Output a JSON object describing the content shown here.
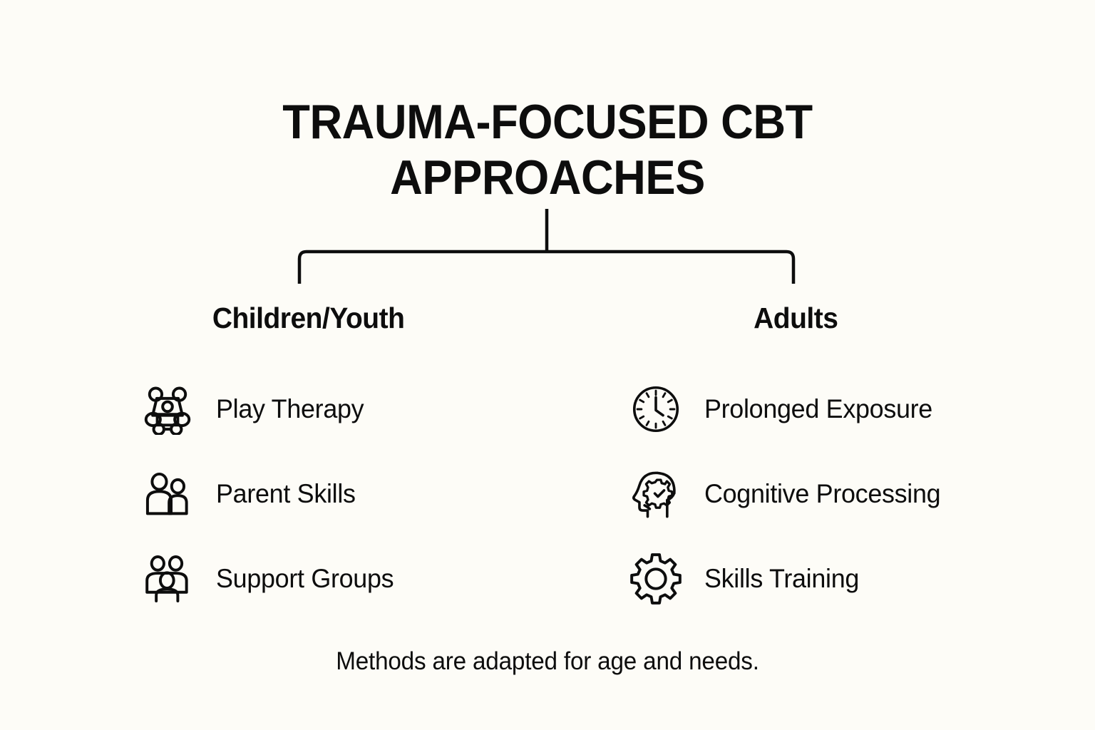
{
  "title": "TRAUMA-FOCUSED CBT\nAPPROACHES",
  "colors": {
    "background": "#FDFCF7",
    "ink": "#0D0D0D"
  },
  "connector": {
    "type": "tree-bracket",
    "description": "vertical stem from title splitting into two branches"
  },
  "columns": [
    {
      "id": "children-youth",
      "heading": "Children/Youth",
      "items": [
        {
          "icon": "teddy-bear-icon",
          "label": "Play Therapy"
        },
        {
          "icon": "parent-and-child-icon",
          "label": "Parent Skills"
        },
        {
          "icon": "group-of-people-icon",
          "label": "Support Groups"
        }
      ]
    },
    {
      "id": "adults",
      "heading": "Adults",
      "items": [
        {
          "icon": "clock-icon",
          "label": "Prolonged Exposure"
        },
        {
          "icon": "head-with-gear-icon",
          "label": "Cognitive Processing"
        },
        {
          "icon": "gear-icon",
          "label": "Skills Training"
        }
      ]
    }
  ],
  "footer_note": "Methods are adapted for age and needs."
}
